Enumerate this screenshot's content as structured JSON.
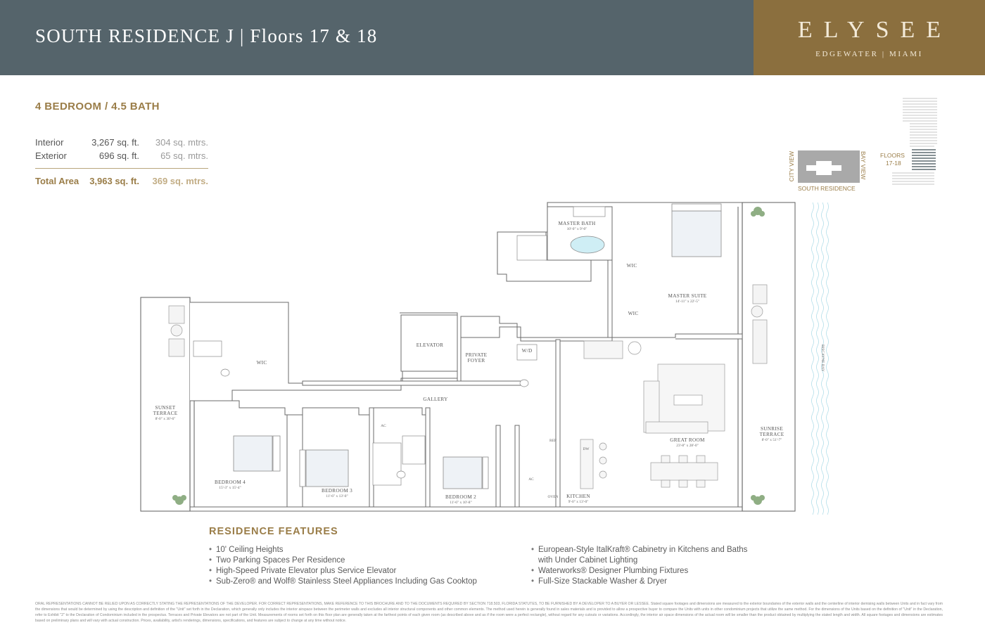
{
  "header": {
    "title": "SOUTH RESIDENCE J | Floors 17 & 18",
    "brand_name": "ELYSEE",
    "brand_sub": "EDGEWATER | MIAMI"
  },
  "unit": {
    "bed_bath": "4 BEDROOM / 4.5 BATH",
    "rows": [
      {
        "label": "Interior",
        "sqft": "3,267 sq. ft.",
        "sqm": "304 sq. mtrs."
      },
      {
        "label": "Exterior",
        "sqft": "696 sq. ft.",
        "sqm": "65 sq. mtrs."
      }
    ],
    "total": {
      "label": "Total Area",
      "sqft": "3,963 sq. ft.",
      "sqm": "369 sq. mtrs."
    }
  },
  "keyplan": {
    "city_view": "CITY VIEW",
    "bay_view": "BAY VIEW",
    "residence": "SOUTH RESIDENCE",
    "floors_label": "FLOORS",
    "floors_value": "17-18"
  },
  "floorplan": {
    "master_bath": {
      "name": "MASTER BATH",
      "dims": "10'-0\" x 9'-0\""
    },
    "master_suite": {
      "name": "MASTER SUITE",
      "dims": "14'-11\" x 22'-5\""
    },
    "wic_1": "WIC",
    "wic_2": "WIC",
    "wic_3": "WIC",
    "elevator": "ELEVATOR",
    "private_foyer_1": "PRIVATE",
    "private_foyer_2": "FOYER",
    "wd": "W/D",
    "gallery": "GALLERY",
    "sunset_terrace_1": "SUNSET",
    "sunset_terrace_2": "TERRACE",
    "sunset_terrace_dims": "8'-0\" x 30'-6\"",
    "sunrise_terrace_1": "SUNRISE",
    "sunrise_terrace_2": "TERRACE",
    "sunrise_terrace_dims": "8'-0\" x 51'-7\"",
    "bedroom_4": {
      "name": "BEDROOM 4",
      "dims": "15'-3\" x 15'-4\""
    },
    "bedroom_3": {
      "name": "BEDROOM 3",
      "dims": "11'-6\" x 13'-0\""
    },
    "bedroom_2": {
      "name": "BEDROOM 2",
      "dims": "11'-6\" x 10'-8\""
    },
    "great_room": {
      "name": "GREAT ROOM",
      "dims": "23'-8\" x 28'-0\""
    },
    "kitchen": {
      "name": "KITCHEN",
      "dims": "9'-0\" x 13'-0\""
    },
    "ac_1": "AC",
    "ac_2": "AC",
    "ref": "REF",
    "oven": "OVEN",
    "dw": "DW",
    "biscayne_bay": "BISCAYNE BAY"
  },
  "features": {
    "title": "RESIDENCE  FEATURES",
    "col1": [
      "10' Ceiling Heights",
      "Two Parking Spaces Per Residence",
      "High-Speed Private Elevator plus Service Elevator",
      "Sub-Zero® and Wolf® Stainless Steel Appliances Including Gas Cooktop"
    ],
    "col2_item1_line1": "European-Style ItalKraft® Cabinetry in Kitchens and Baths",
    "col2_item1_line2": "with Under Cabinet Lighting",
    "col2_item2": "Waterworks® Designer Plumbing Fixtures",
    "col2_item3": "Full-Size Stackable Washer & Dryer"
  },
  "disclaimer": "ORAL REPRESENTATIONS CANNOT BE RELIED UPON AS CORRECTLY STATING THE REPRESENTATIONS OF THE DEVELOPER. FOR CORRECT REPRESENTATIONS, MAKE REFERENCE TO THIS BROCHURE AND TO THE DOCUMENTS REQUIRED BY SECTION 718.503, FLORIDA STATUTES, TO BE FURNISHED BY A DEVELOPER TO A BUYER OR LESSEE. Stated square footages and dimensions are measured to the exterior boundaries of the exterior walls and the centerline of interior demising walls between Units and in fact vary from the dimensions that would be determined by using the description and definition of the \"Unit\" set forth in the Declaration, which generally only includes the interior airspace between the perimeter walls and excludes all interior structural components and other common elements. The method used herein is generally found in sales materials and is provided to allow a prospective buyer to compare the Units with units in other condominium projects that utilize the same method. For the dimensions of the Units based on the definition of \"Unit\" in the Declaration, refer to Exhibit \"2\" to the Declaration of Condominium included in the prospectus. Terraces and Private Elevators are not part of the Unit. Measurements of rooms set forth on this floor plan are generally taken at the farthest points of each given room (as described above and as if the room were a perfect rectangle), without regard for any cutouts or variations. Accordingly, the interior air space dimensions of the actual room will be smaller than the product obtained by multiplying the stated length and width. All square footages and dimensions are estimates based on preliminary plans and will vary with actual construction. Prices, availability, artist's renderings, dimensions, specifications, and features are subject to change at any time without notice."
}
